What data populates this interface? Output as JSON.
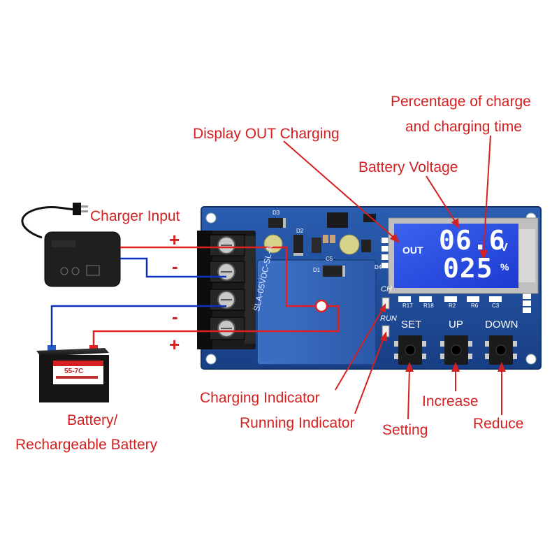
{
  "callouts": {
    "percent_line1": "Percentage of charge",
    "percent_line2": "and charging time",
    "display_out": "Display OUT Charging",
    "battery_voltage": "Battery Voltage",
    "charger_input": "Charger Input",
    "charging_indicator": "Charging Indicator",
    "running_indicator": "Running Indicator",
    "setting": "Setting",
    "increase": "Increase",
    "reduce": "Reduce",
    "battery_line1": "Battery/",
    "battery_line2": "Rechargeable Battery"
  },
  "polarity": {
    "charger_plus": "+",
    "charger_minus": "-",
    "battery_minus": "-",
    "battery_plus": "+"
  },
  "lcd": {
    "out_label": "OUT",
    "voltage": "06.6",
    "voltage_unit": "V",
    "percent": "025",
    "percent_unit": "%"
  },
  "board": {
    "btn_set": "SET",
    "btn_up": "UP",
    "btn_down": "DOWN",
    "led_ch": "CH",
    "led_run": "RUN",
    "relay_text": "SLA-05VDC-SL-A",
    "ref_d3": "D3",
    "ref_d2": "D2",
    "ref_d1": "D1",
    "ref_d4": "D4",
    "ref_c5": "C5",
    "ref_r17": "R17",
    "ref_r18": "R18",
    "ref_r2": "R2",
    "ref_r6": "R6",
    "ref_c3": "C3"
  },
  "battery": {
    "brand": "55-7C"
  },
  "colors": {
    "callout": "#d42020",
    "pcb": "#1f4e9a",
    "lcd": "#2a4fe0",
    "wire_red": "#e02020",
    "wire_blue": "#1030c0"
  }
}
